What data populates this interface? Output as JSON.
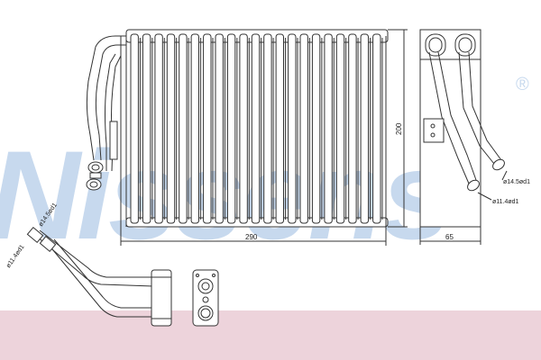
{
  "watermark": {
    "text": "Nissens",
    "registered": "®",
    "color": "#c7d9ee"
  },
  "colors": {
    "band": "#edd3db",
    "line": "#333333"
  },
  "dimensions": {
    "width": "290",
    "height": "200",
    "depth": "65"
  },
  "pipe_labels": {
    "side_large": "ø14.5ød1",
    "side_small": "ø11.4ød1",
    "detail_large": "ø14.5ød1",
    "detail_small": "ø11.4ød1"
  },
  "fin_count": 21
}
